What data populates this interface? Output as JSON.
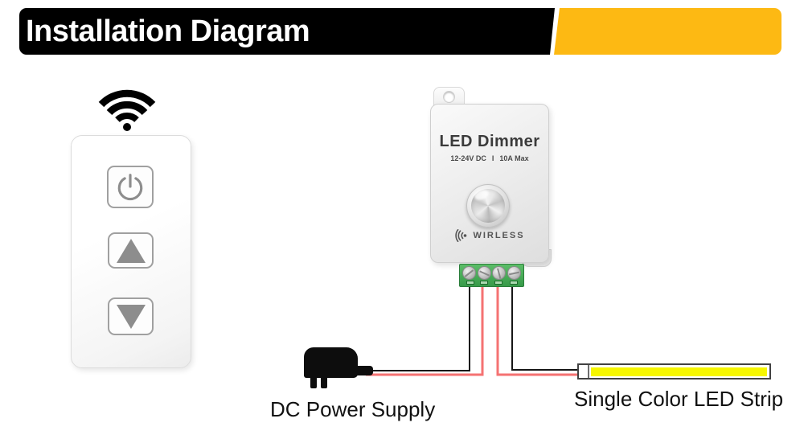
{
  "banner": {
    "title": "Installation Diagram",
    "black_color": "#000000",
    "yellow_color": "#fdb913"
  },
  "remote": {
    "buttons": [
      {
        "id": "power",
        "icon": "power-icon"
      },
      {
        "id": "brightness-up",
        "icon": "arrow-up-icon"
      },
      {
        "id": "brightness-down",
        "icon": "arrow-down-icon"
      }
    ]
  },
  "dimmer": {
    "title": "LED Dimmer",
    "spec_voltage": "12-24V DC",
    "spec_separator": "I",
    "spec_current": "10A Max",
    "wireless_label": "WIRLESS",
    "terminal_count": 4
  },
  "captions": {
    "power_supply": "DC Power Supply",
    "led_strip": "Single Color LED Strip"
  },
  "icons": {
    "remote_signal": "wifi-icon",
    "power_button": "power-icon",
    "up_button": "arrow-up-icon",
    "down_button": "arrow-down-icon",
    "dimmer_signal": "signal-waves-icon"
  },
  "colors": {
    "wire_red": "#f57272",
    "wire_black": "#161616",
    "terminal_green": "#3fa44f",
    "strip_yellow": "#f6f600"
  }
}
